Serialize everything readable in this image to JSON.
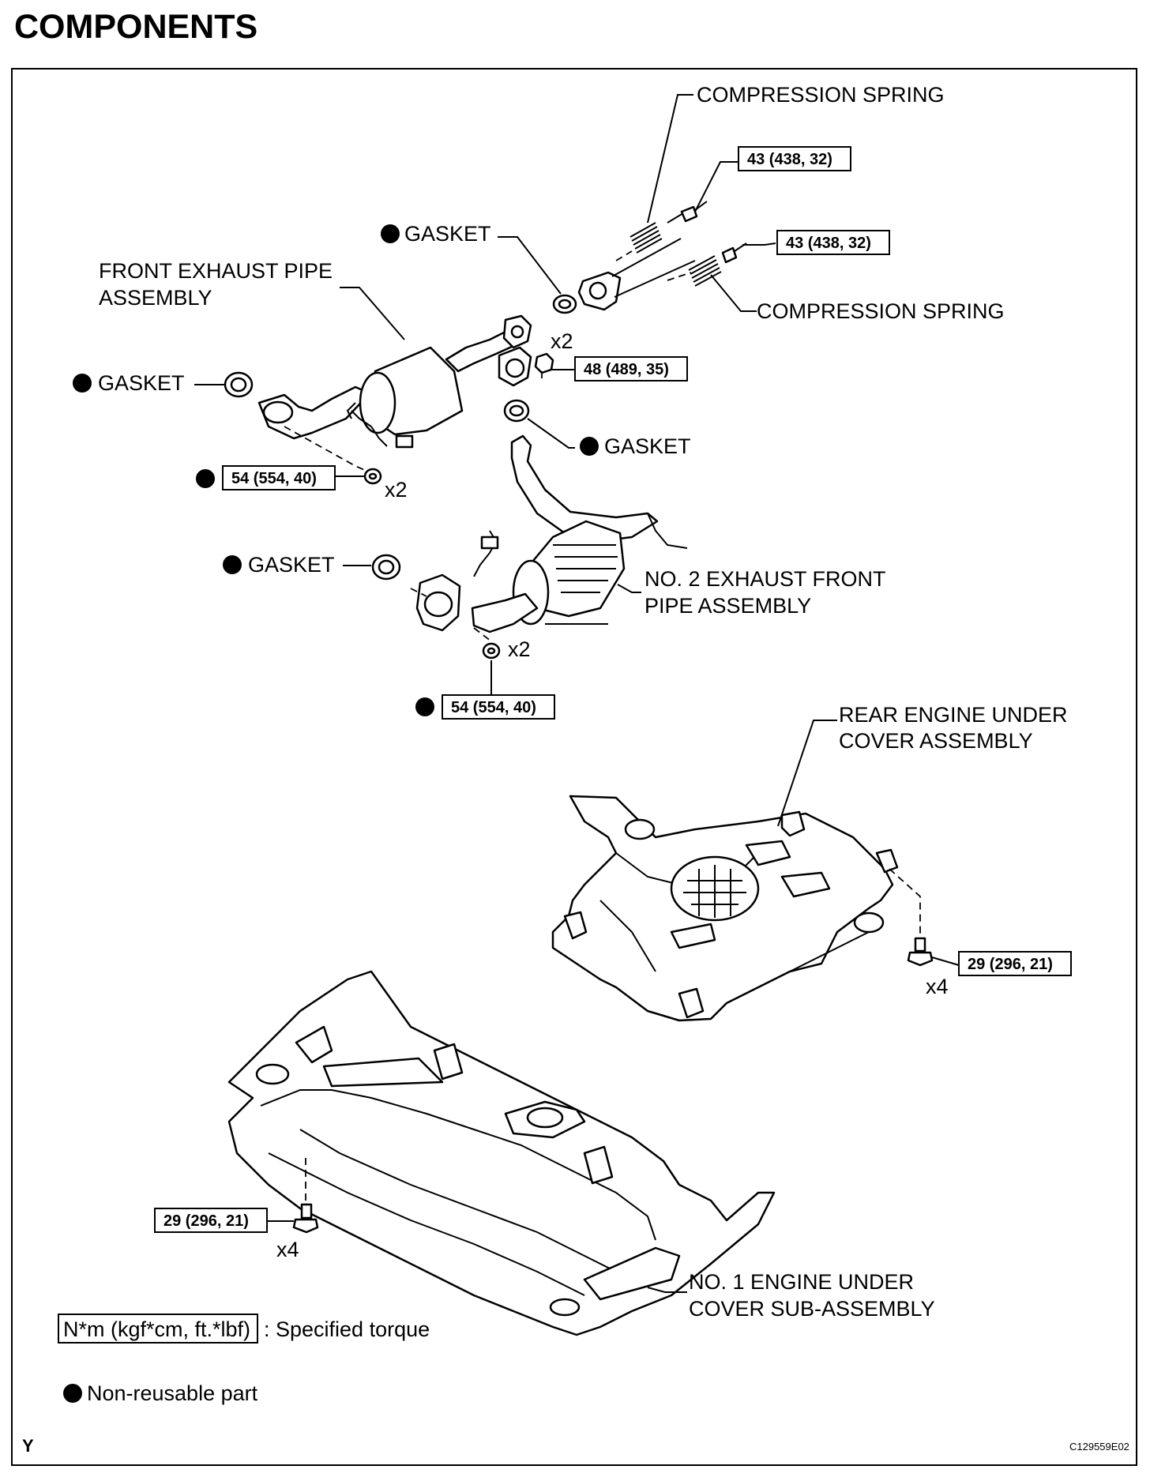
{
  "title": "COMPONENTS",
  "labels": {
    "compression_spring_top": "COMPRESSION SPRING",
    "compression_spring_right": "COMPRESSION SPRING",
    "gasket_top": "GASKET",
    "gasket_left": "GASKET",
    "gasket_middle": "GASKET",
    "gasket_lower": "GASKET",
    "front_exhaust_line1": "FRONT EXHAUST PIPE",
    "front_exhaust_line2": "ASSEMBLY",
    "no2_exhaust_line1": "NO. 2 EXHAUST FRONT",
    "no2_exhaust_line2": "PIPE ASSEMBLY",
    "rear_cover_line1": "REAR ENGINE UNDER",
    "rear_cover_line2": "COVER ASSEMBLY",
    "no1_cover_line1": "NO. 1 ENGINE UNDER",
    "no1_cover_line2": "COVER SUB-ASSEMBLY"
  },
  "torques": {
    "spring_bolt_top": "43 (438, 32)",
    "spring_bolt_right": "43 (438, 32)",
    "flange_nut": "48 (489, 35)",
    "front_pipe_nut": "54 (554, 40)",
    "no2_pipe_nut": "54 (554, 40)",
    "rear_cover_bolt": "29 (296, 21)",
    "no1_cover_bolt": "29 (296, 21)"
  },
  "quantities": {
    "flange_nut": "x2",
    "front_pipe_nut": "x2",
    "no2_pipe_nut": "x2",
    "rear_cover_bolt": "x4",
    "no1_cover_bolt": "x4"
  },
  "legend": {
    "torque_box": "N*m (kgf*cm, ft.*lbf)",
    "torque_text": ": Specified torque",
    "non_reusable": "Non-reusable part"
  },
  "corner_mark": "Y",
  "figure_code": "C129559E02"
}
